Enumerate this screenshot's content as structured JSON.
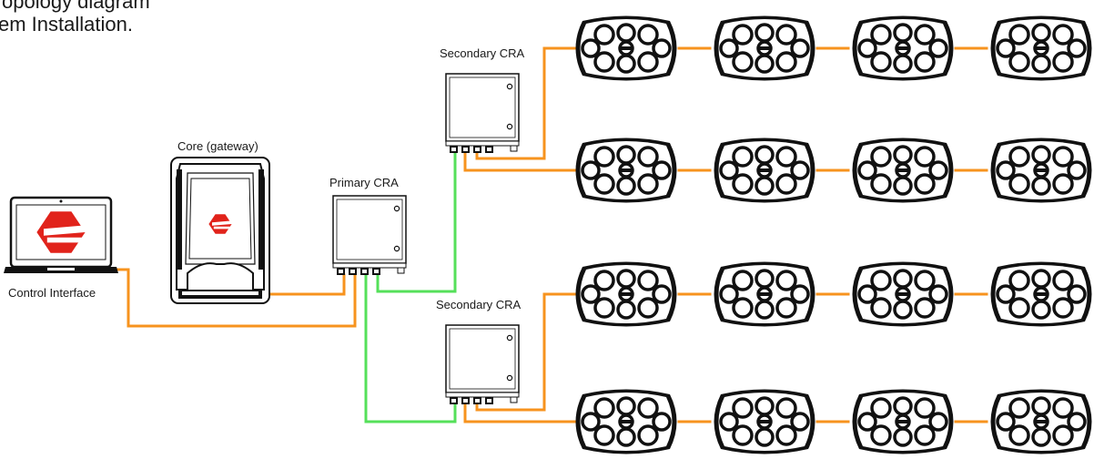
{
  "intro": {
    "line1": "opology diagram",
    "line2": "em Installation."
  },
  "nodes": {
    "control_interface": "Control Interface",
    "core": "Core (gateway)",
    "primary_cra": "Primary CRA",
    "secondary_cra_top": "Secondary CRA",
    "secondary_cra_bottom": "Secondary CRA"
  },
  "colors": {
    "orange_cable": "#f7931e",
    "green_cable": "#55e05a",
    "brand_red": "#e1231b",
    "outline": "#111111"
  },
  "icons": {
    "control_interface": "laptop-icon",
    "core": "gateway-enclosure-icon",
    "cra": "junction-box-icon",
    "fixture": "light-fixture-icon"
  },
  "fixture_grid": {
    "rows": 4,
    "columns": 4
  }
}
